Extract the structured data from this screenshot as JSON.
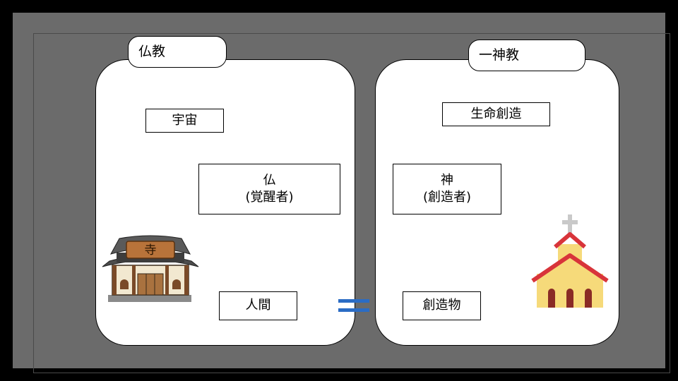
{
  "left_panel": {
    "title": "仏教",
    "box_top": "宇宙",
    "box_mid_line1": "仏",
    "box_mid_line2": "(覚醒者)",
    "box_bottom": "人間",
    "temple_sign": "寺"
  },
  "right_panel": {
    "title": "一神教",
    "box_top": "生命創造",
    "box_mid_line1": "神",
    "box_mid_line2": "(創造者)",
    "box_bottom": "創造物"
  },
  "equals_color": "#2b6cc4",
  "icons": [
    "temple-icon",
    "church-icon"
  ]
}
